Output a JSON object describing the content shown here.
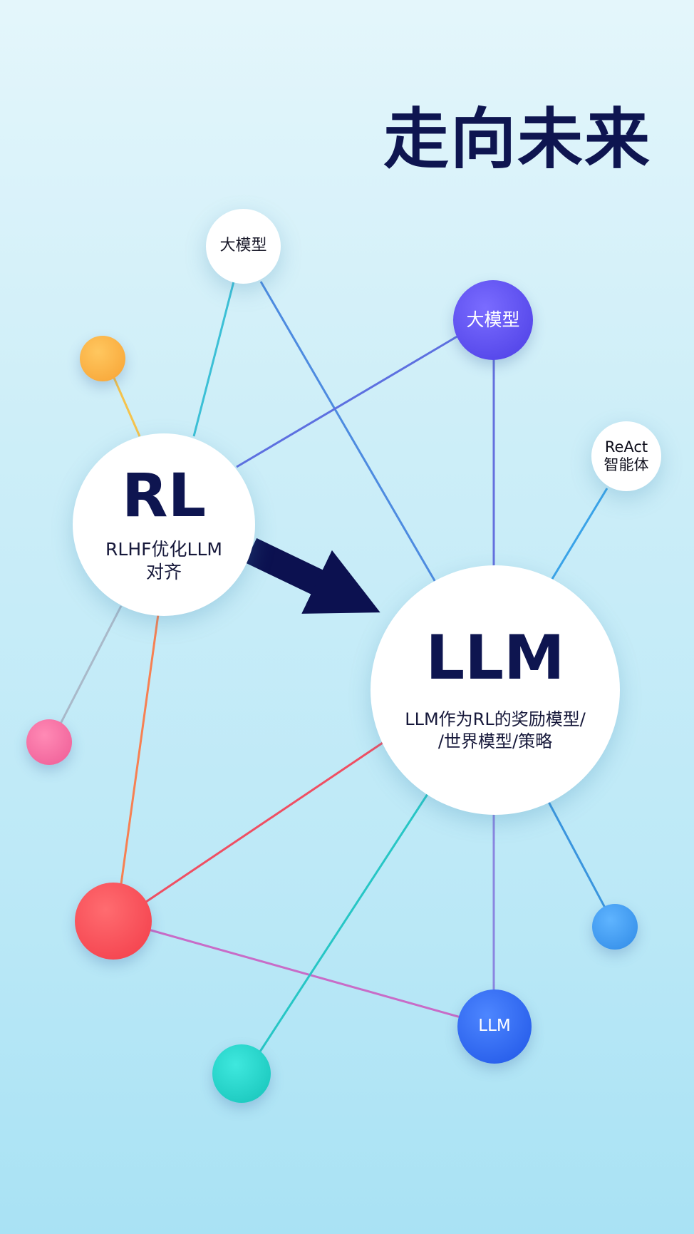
{
  "title": "走向未来",
  "nodes": {
    "rl": {
      "label": "RL",
      "desc": "RLHF优化LLM\n对齐"
    },
    "llm_main": {
      "label": "LLM",
      "desc": "LLM作为RL的奖励模型/\n/世界模型/策略"
    },
    "top_big_model": {
      "label": "大模型"
    },
    "purple_big_model": {
      "label": "大模型"
    },
    "react_agent": {
      "label": "ReAct\n智能体"
    },
    "blue_llm": {
      "label": "LLM"
    }
  },
  "colors": {
    "title": "#0e1550",
    "orange": "#ffb545",
    "pink": "#f46ca0",
    "red": "#ff4b55",
    "teal": "#1fd4c9",
    "light_blue": "#3b9cf0",
    "purple": "#5848ee",
    "blue": "#2f66ef",
    "arrow": "#0c1150"
  }
}
